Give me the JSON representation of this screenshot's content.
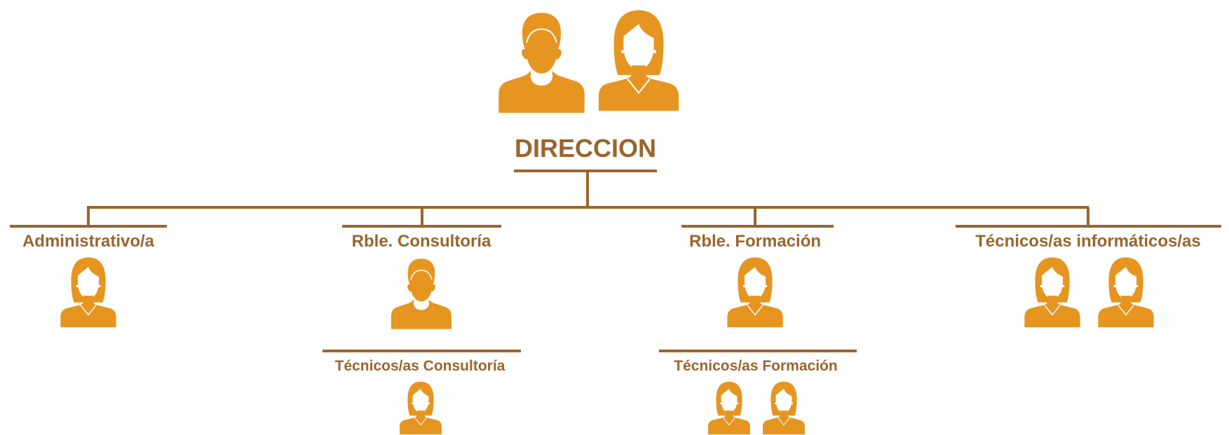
{
  "colors": {
    "icon": "#e69521",
    "line": "#9a652c",
    "text": "#9a652c"
  },
  "director": {
    "label": "DIRECCION",
    "icons": [
      "man-icon",
      "woman-icon"
    ]
  },
  "departments": [
    {
      "label": "Administrativo/a",
      "icons": [
        "woman-icon"
      ]
    },
    {
      "label": "Rble. Consultoría",
      "icons": [
        "man-icon"
      ],
      "sub": {
        "label": "Técnicos/as Consultoría",
        "icons": [
          "woman-icon"
        ]
      }
    },
    {
      "label": "Rble. Formación",
      "icons": [
        "woman-icon"
      ],
      "sub": {
        "label": "Técnicos/as Formación",
        "icons": [
          "woman-icon",
          "woman-icon"
        ]
      }
    },
    {
      "label": "Técnicos/as informáticos/as",
      "icons": [
        "woman-icon",
        "woman-icon"
      ]
    }
  ]
}
